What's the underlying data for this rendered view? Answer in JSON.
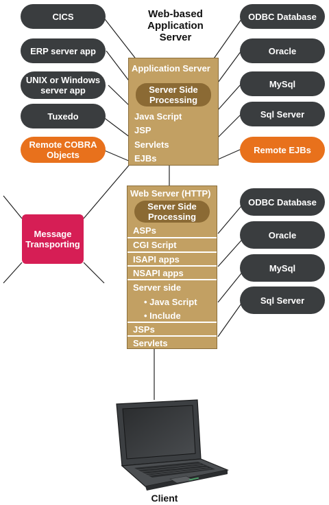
{
  "title_line1": "Web-based",
  "title_line2": "Application Server",
  "left_sources": [
    "CICS",
    "ERP server app",
    "UNIX or Windows server app",
    "Tuxedo"
  ],
  "remote_cobra": "Remote COBRA Objects",
  "right_databases_top": [
    "ODBC Database",
    "Oracle",
    "MySql",
    "Sql Server"
  ],
  "remote_ejbs": "Remote EJBs",
  "app_server": {
    "title": "Application Server",
    "processing": "Server Side Processing",
    "items": [
      "Java Script",
      "JSP",
      "Servlets",
      "EJBs"
    ]
  },
  "web_server": {
    "title": "Web Server (HTTP)",
    "processing": "Server Side Processing",
    "items": [
      "ASPs",
      "CGI Script",
      "ISAPI apps",
      "NSAPI apps",
      "Server side",
      "• Java Script",
      "• Include",
      "JSPs",
      "Servlets"
    ]
  },
  "right_databases_bottom": [
    "ODBC Database",
    "Oracle",
    "MySql",
    "Sql Server"
  ],
  "message_box": "Message Transporting",
  "client_label": "Client",
  "colors": {
    "dark_pill": "#3a3d3f",
    "orange_pill": "#e8711c",
    "server_box": "#c2a063",
    "processing_pill": "#8b6a34",
    "message": "#d61e55"
  }
}
